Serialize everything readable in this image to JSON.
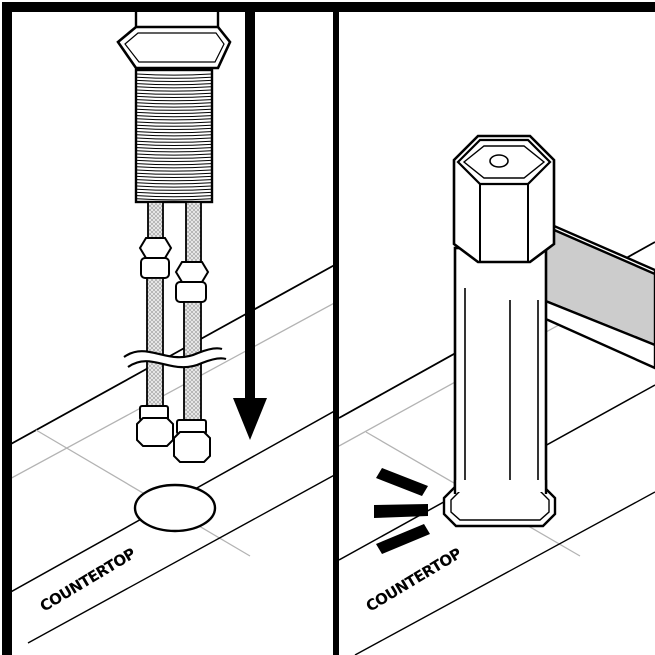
{
  "panels": [
    {
      "id": "left",
      "countertop_label": "COUNTERTOP"
    },
    {
      "id": "right",
      "countertop_label": "COUNTERTOP"
    }
  ],
  "colors": {
    "ink": "#000000",
    "paper": "#ffffff",
    "grid": "#b3b3b3",
    "spout_fill": "#cccccc",
    "braid": "#d9d9d9"
  }
}
